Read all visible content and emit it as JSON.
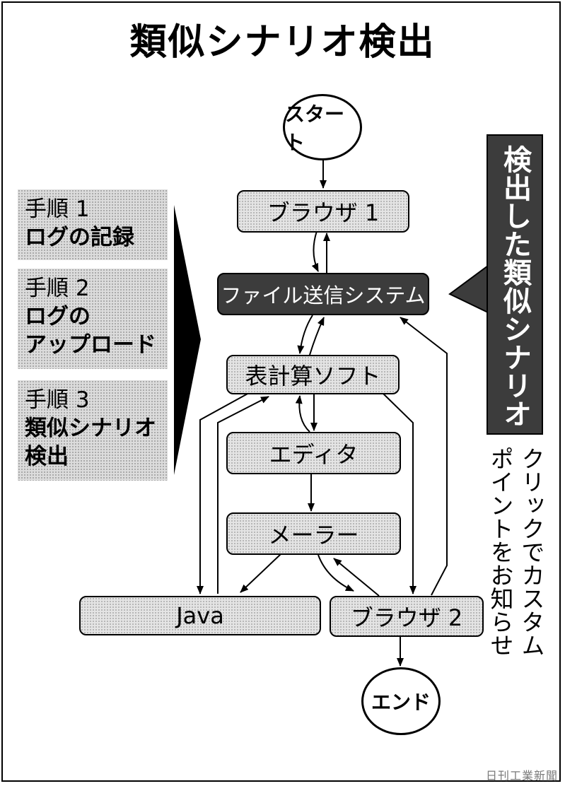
{
  "title": "類似シナリオ検出",
  "steps": [
    {
      "num": "手順 1",
      "desc": "ログの記録"
    },
    {
      "num": "手順 2",
      "desc": "ログの\nアップロード"
    },
    {
      "num": "手順 3",
      "desc": "類似シナリオ\n検出"
    }
  ],
  "nodes": {
    "start": "スタート",
    "browser1": "ブラウザ 1",
    "file_system": "ファイル送信システム",
    "spreadsheet": "表計算ソフト",
    "editor": "エディタ",
    "mailer": "メーラー",
    "java": "Java",
    "browser2": "ブラウザ 2",
    "end": "エンド"
  },
  "callout": "検出した類似シナリオ",
  "note": "クリックでカスタム\nポイントをお知らせ",
  "credit": "日刊工業新聞"
}
